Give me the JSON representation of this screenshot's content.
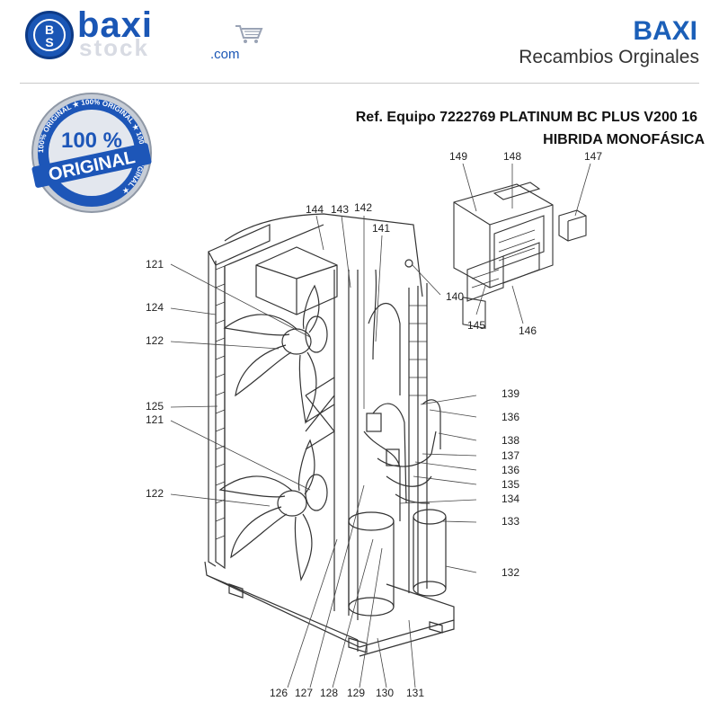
{
  "logo": {
    "initials_top": "B",
    "initials_bottom": "S",
    "word": "baxi",
    "word2": "stock",
    "domain": ".com"
  },
  "header": {
    "brand": "BAXI",
    "subtitle": "Recambios Orginales"
  },
  "seal": {
    "big_text": "100 %",
    "main_text": "ORIGINAL",
    "ring_text": "100% ORIGINAL"
  },
  "reference": {
    "line1": "Ref. Equipo 7222769 PLATINUM BC PLUS V200 16",
    "line2": "HIBRIDA MONOFÁSICA"
  },
  "diagram": {
    "callouts": {
      "c149": "149",
      "c148": "148",
      "c147": "147",
      "c144": "144",
      "c143": "143",
      "c142": "142",
      "c141": "141",
      "c140": "140",
      "c145": "145",
      "c146": "146",
      "c121a": "121",
      "c124": "124",
      "c122a": "122",
      "c125": "125",
      "c121b": "121",
      "c122b": "122",
      "c139": "139",
      "c136a": "136",
      "c138": "138",
      "c137": "137",
      "c136b": "136",
      "c135": "135",
      "c134": "134",
      "c133": "133",
      "c132": "132",
      "c126": "126",
      "c127": "127",
      "c128": "128",
      "c129": "129",
      "c130": "130",
      "c131": "131"
    }
  }
}
